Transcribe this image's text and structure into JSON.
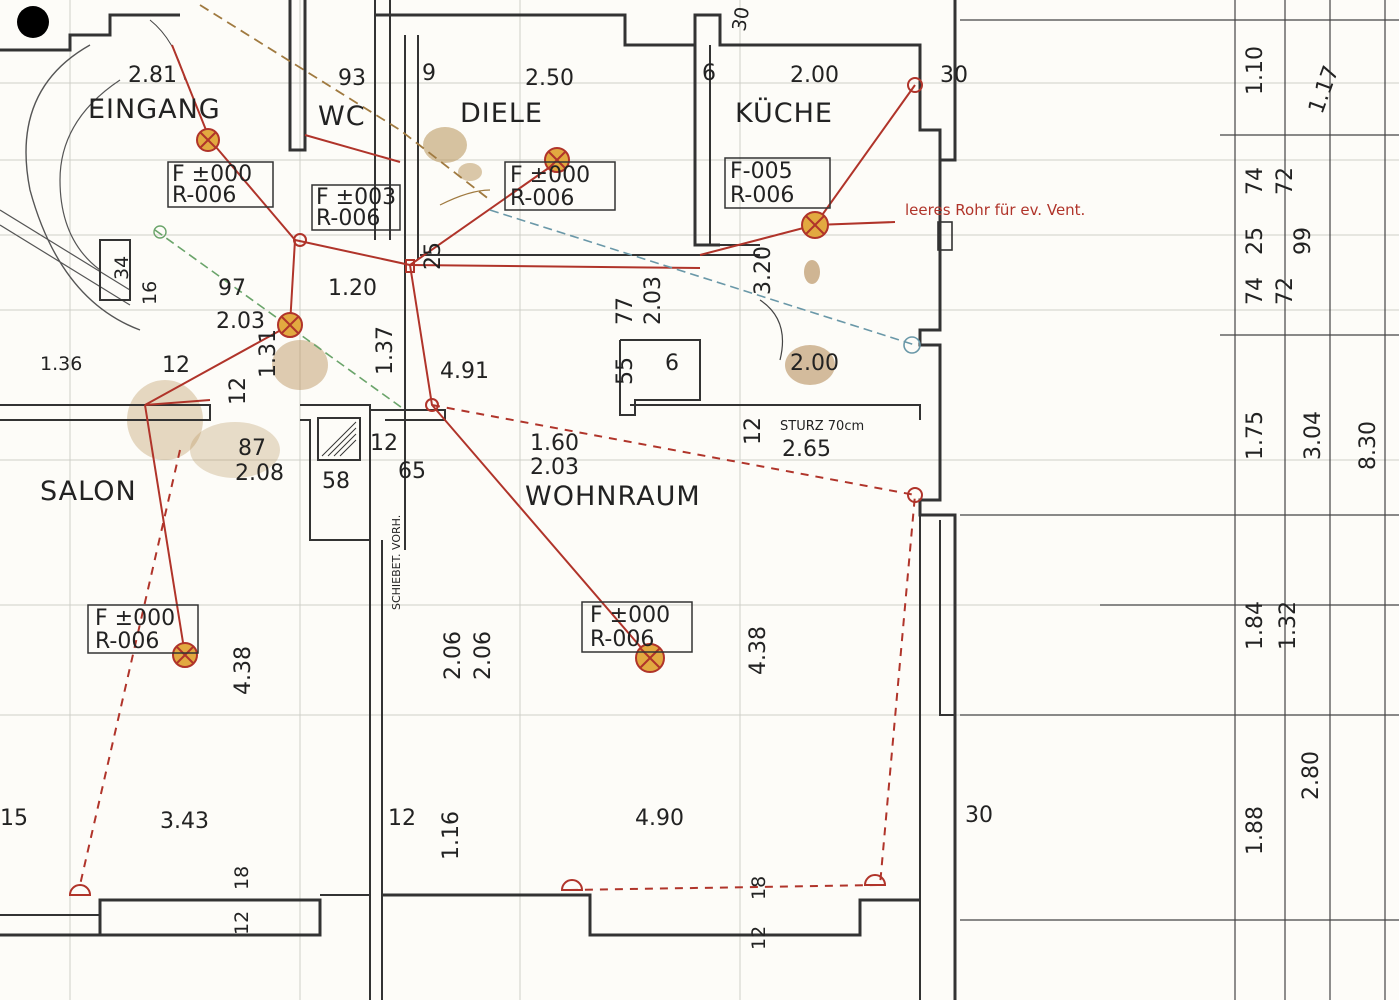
{
  "rooms": {
    "eingang": "EINGANG",
    "wc": "WC",
    "diele": "DIELE",
    "kueche": "KÜCHE",
    "salon": "SALON",
    "wohnraum": "WOHNRAUM"
  },
  "level_tags": [
    {
      "f": "F ±000",
      "r": "R-006"
    },
    {
      "f": "F ±003",
      "r": "R-006"
    },
    {
      "f": "F ±000",
      "r": "R-006"
    },
    {
      "f": "F-005",
      "r": "R-006"
    },
    {
      "f": "F ±000",
      "r": "R-006"
    },
    {
      "f": "F ±000",
      "r": "R-006"
    }
  ],
  "annotations": {
    "vent_note": "leeres Rohr für ev. Vent.",
    "sturz_note": "STURZ 70cm",
    "schiebe": "SCHIEBET. VORH."
  },
  "dimensions": {
    "eingang_w": "2.81",
    "wc_w": "93",
    "wall_9": "9",
    "diele_w": "2.50",
    "wall_6": "6",
    "kueche_w": "2.00",
    "wall_30_top": "30",
    "wall_30_top2": "30",
    "d_120": "1.20",
    "d_97": "97",
    "d_203a": "2.03",
    "d_25": "25",
    "d_137": "1.37",
    "d_491": "4.91",
    "d_34": "34",
    "d_16": "16",
    "d_12a": "12",
    "d_136": "1.36",
    "d_131": "1.31",
    "d_12b": "12",
    "d_87": "87",
    "d_208": "2.08",
    "d_58": "58",
    "d_12c": "12",
    "d_65": "65",
    "d_160": "1.60",
    "d_203b": "2.03",
    "d_77": "77",
    "d_203c": "2.03",
    "d_55": "55",
    "d_6": "6",
    "d_320": "3.20",
    "d_200b": "2.00",
    "d_12d": "12",
    "d_265": "2.65",
    "d_438a": "4.38",
    "d_206a": "2.06",
    "d_206b": "2.06",
    "d_438b": "4.38",
    "d_15": "15",
    "d_343": "3.43",
    "d_12e": "12",
    "d_116": "1.16",
    "d_490": "4.90",
    "d_30_mid": "30",
    "d_18a": "18",
    "d_12f": "12",
    "d_18b": "18",
    "d_12g": "12",
    "d_110": "1.10",
    "d_117": "1.17",
    "d_74a": "74",
    "d_72a": "72",
    "d_25b": "25",
    "d_99": "99",
    "d_74b": "74",
    "d_72b": "72",
    "d_175": "1.75",
    "d_304": "3.04",
    "d_830": "8.30",
    "d_184": "1.84",
    "d_132": "1.32",
    "d_188": "1.88",
    "d_280": "2.80"
  }
}
